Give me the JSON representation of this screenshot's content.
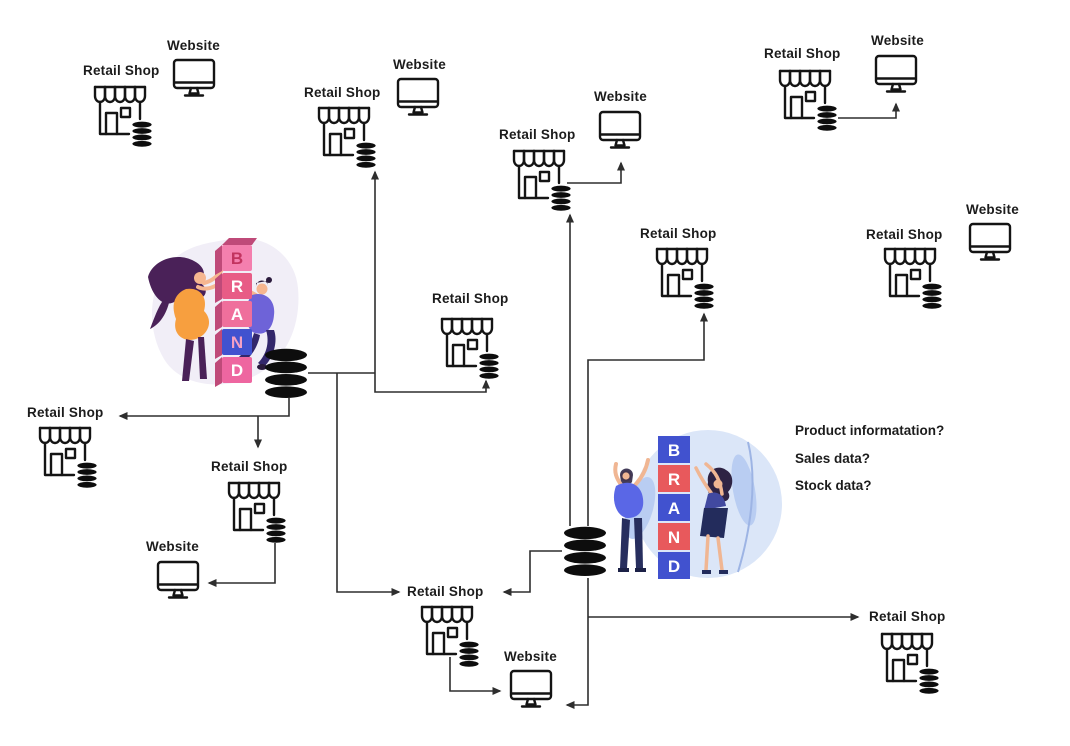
{
  "nodes": {
    "shops": [
      {
        "id": "shop-top-left",
        "label": "Retail Shop"
      },
      {
        "id": "shop-top-2",
        "label": "Retail Shop"
      },
      {
        "id": "shop-top-3",
        "label": "Retail Shop"
      },
      {
        "id": "shop-top-right",
        "label": "Retail Shop"
      },
      {
        "id": "shop-mid-right",
        "label": "Retail Shop"
      },
      {
        "id": "shop-far-right",
        "label": "Retail Shop"
      },
      {
        "id": "shop-left-mid",
        "label": "Retail Shop"
      },
      {
        "id": "shop-below-left",
        "label": "Retail Shop"
      },
      {
        "id": "shop-middle",
        "label": "Retail Shop"
      },
      {
        "id": "shop-bottom-middle",
        "label": "Retail Shop"
      },
      {
        "id": "shop-bottom-right",
        "label": "Retail Shop"
      }
    ],
    "websites": [
      {
        "id": "website-top-left",
        "label": "Website"
      },
      {
        "id": "website-top-2",
        "label": "Website"
      },
      {
        "id": "website-top-3",
        "label": "Website"
      },
      {
        "id": "website-top-right",
        "label": "Website"
      },
      {
        "id": "website-far-right",
        "label": "Website"
      },
      {
        "id": "website-left",
        "label": "Website"
      },
      {
        "id": "website-bottom-middle",
        "label": "Website"
      }
    ]
  },
  "hubs": {
    "left": {
      "word": "BRAND",
      "letters": [
        "B",
        "R",
        "A",
        "N",
        "D"
      ]
    },
    "right": {
      "word": "BRAND",
      "letters": [
        "B",
        "R",
        "A",
        "N",
        "D"
      ]
    }
  },
  "annotations": [
    "Product informatation?",
    "Sales data?",
    "Stock data?"
  ],
  "icons": {
    "shop": "storefront-icon",
    "website": "monitor-icon",
    "database": "database-cylinder-icon"
  },
  "colors": {
    "line": "#2e2e2e",
    "text": "#1c1c1c",
    "icon_ink": "#141414",
    "left_blob": "#f1eef7",
    "left_blocks": [
      "#f47fae",
      "#e85c86",
      "#ef6f9c",
      "#4152cf",
      "#ee66a0"
    ],
    "left_letters": [
      "#c2335f",
      "#ffffff",
      "#ffffff",
      "#f4a0c4",
      "#ffffff"
    ],
    "left_block_side": "#bf4a79",
    "right_circle": "#dbe6f8",
    "leaf": "#b9cdf2",
    "right_blocks": [
      "#4152cf",
      "#e8595c",
      "#4152cf",
      "#e8595c",
      "#4152cf"
    ],
    "right_letter": "#ffffff"
  }
}
